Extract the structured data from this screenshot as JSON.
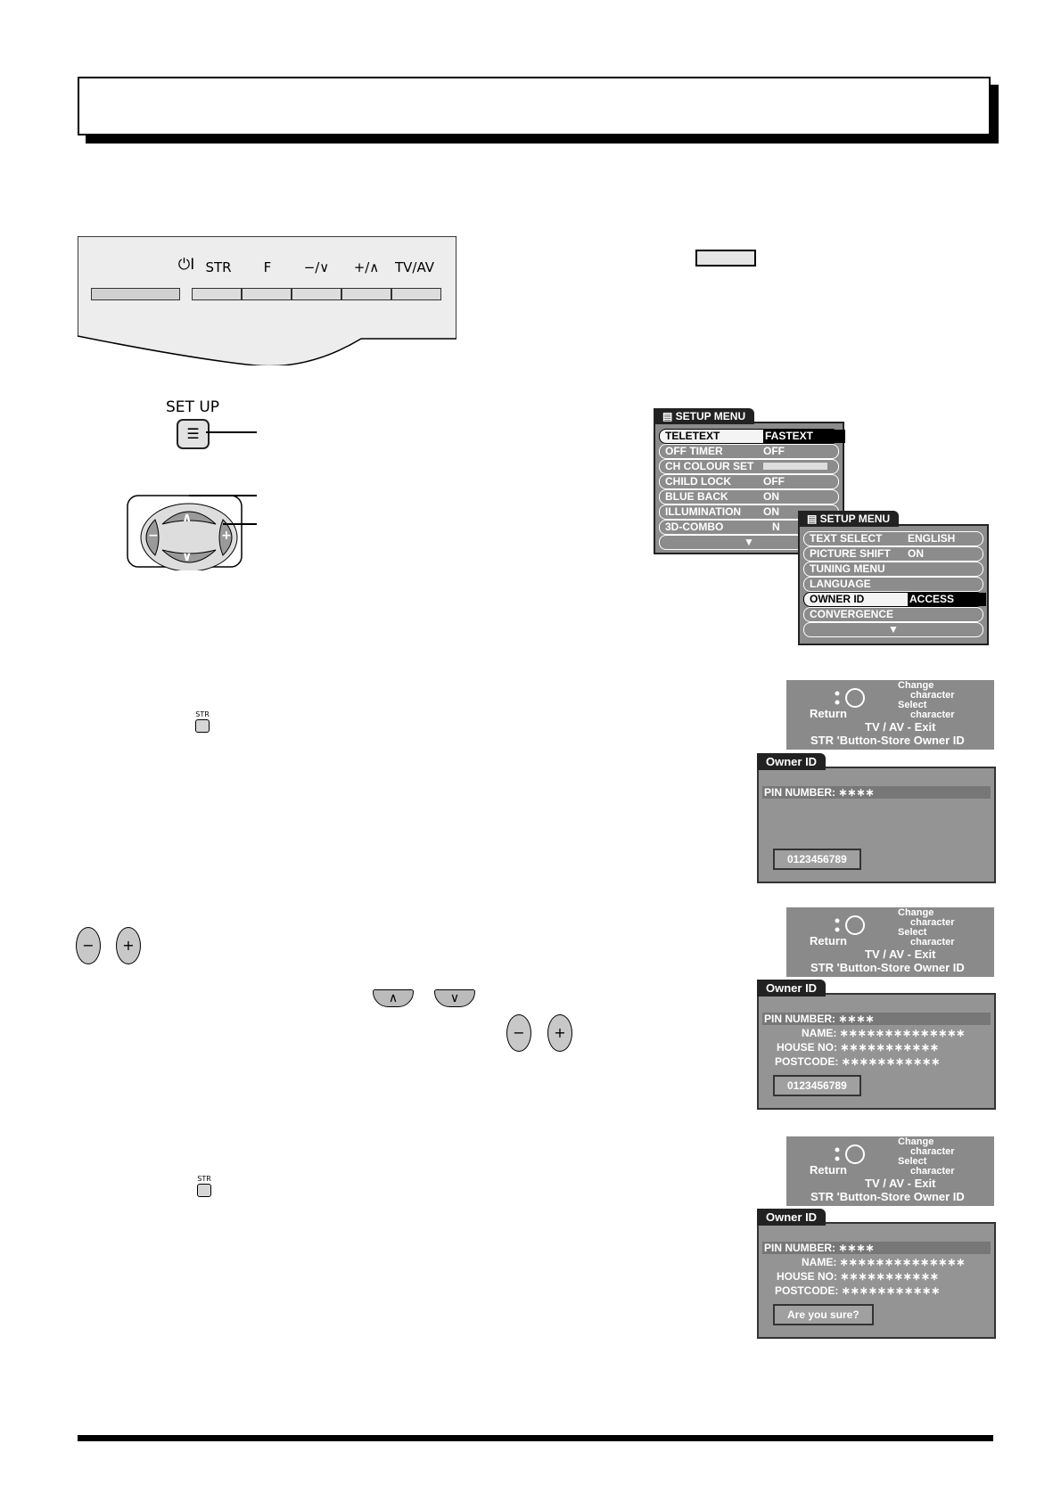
{
  "panel": {
    "power_label": "⏻I",
    "buttons": [
      "STR",
      "F",
      "−/∨",
      "+/∧",
      "TV/AV"
    ]
  },
  "remote": {
    "setup_label": "SET UP",
    "up": "∧",
    "down": "∨",
    "minus": "−",
    "plus": "+",
    "str_label": "STR"
  },
  "setup_menu_1": {
    "title": "SETUP MENU",
    "rows": [
      {
        "label": "TELETEXT",
        "value": "FASTEXT"
      },
      {
        "label": "OFF TIMER",
        "value": "OFF"
      },
      {
        "label": "CH COLOUR SET",
        "value": ""
      },
      {
        "label": "CHILD LOCK",
        "value": "OFF"
      },
      {
        "label": "BLUE BACK",
        "value": "ON"
      },
      {
        "label": "ILLUMINATION",
        "value": "ON"
      },
      {
        "label": "3D-COMBO",
        "value": "N"
      }
    ],
    "more": "▼"
  },
  "setup_menu_2": {
    "title": "SETUP MENU",
    "rows": [
      {
        "label": "TEXT SELECT",
        "value": "ENGLISH"
      },
      {
        "label": "PICTURE SHIFT",
        "value": "ON"
      },
      {
        "label": "TUNING MENU",
        "value": ""
      },
      {
        "label": "LANGUAGE",
        "value": ""
      },
      {
        "label": "OWNER ID",
        "value": "ACCESS"
      },
      {
        "label": "CONVERGENCE",
        "value": ""
      }
    ],
    "more": "▼"
  },
  "help_panel": {
    "change": "Change",
    "character": "character",
    "select": "Select",
    "return": "Return",
    "exit": "TV / AV - Exit",
    "store": "STR 'Button-Store Owner ID"
  },
  "owner_id": {
    "title": "Owner ID",
    "pin_label": "PIN  NUMBER:",
    "pin_mask": "∗∗∗∗",
    "name_label": "NAME:",
    "name_mask": "∗∗∗∗∗∗∗∗∗∗∗∗∗∗",
    "house_label": "HOUSE NO:",
    "house_mask": "∗∗∗∗∗∗∗∗∗∗∗",
    "postcode_label": "POSTCODE:",
    "postcode_mask": "∗∗∗∗∗∗∗∗∗∗∗",
    "digits": "0123456789",
    "confirm": "Are you sure?"
  }
}
